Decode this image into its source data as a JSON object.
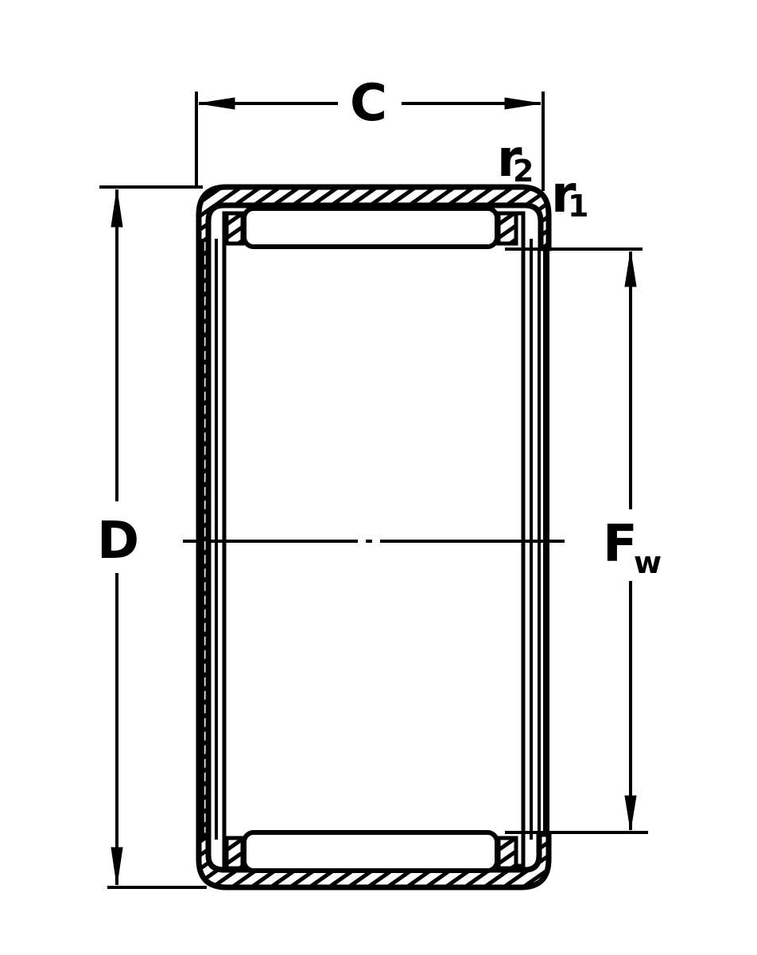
{
  "diagram": {
    "subject": "Drawn cup needle roller bearing cross-section",
    "colors": {
      "ink": "#000000",
      "background": "#ffffff"
    },
    "labels": {
      "width": "C",
      "outer_diameter": "D",
      "bore_diameter_main": "F",
      "bore_diameter_sub": "w",
      "radius_inner_main": "r",
      "radius_inner_sub": "2",
      "radius_outer_main": "r",
      "radius_outer_sub": "1"
    }
  }
}
